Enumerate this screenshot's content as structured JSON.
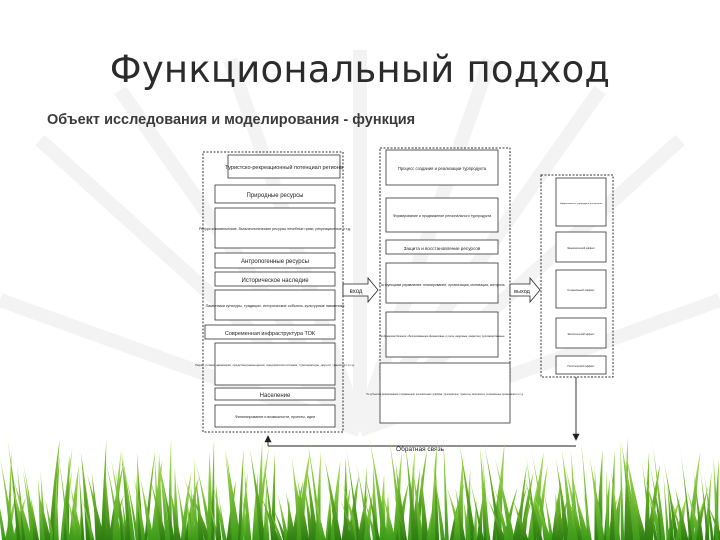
{
  "slide": {
    "title": "Функциональный подход",
    "subtitle": "Объект исследования и моделирования - функция"
  },
  "diagram": {
    "left_column": {
      "header": "Туристско-рекреационный потенциал региона",
      "items": [
        "Природные ресурсы",
        "Ресурс климатические, бальнеологические ресурсы лечебные грязи, рекреационные и т.д.",
        "Антропогенные ресурсы",
        "Историческое наследие",
        "Памятники культуры, традиции, исторические события, культурные памятники",
        "Современная инфраструктура ТОК",
        "Парки, пляжи, аквапарки, средства размещения, предприятия питания, туроператоры, дороги, транспорт и т.д.",
        "Население",
        "Финансирование и возможности, проекты, идеи"
      ]
    },
    "middle_column": {
      "header": "Процесс создания и реализации турпродукта",
      "items": [
        "Формирование и продвижение регионального турпродукта",
        "Защита и восстановление ресурсов",
        "По функциям управления: планирование, организация, мотивация, контроль",
        "По функциям бизнеса: обеспечивающие финансовые и учета, кадровые, маркетинг, производственные",
        "По субъектам формирования и продвижения: региональная турфирма, туроператоры, турагенты, контрагенты, региональные органы власти и т.д."
      ]
    },
    "right_column": {
      "items": [
        "Эффективность турпродукта для региона",
        "Экономический эффект",
        "Социальный эффект",
        "Экологический эффект",
        "Политический эффект"
      ]
    },
    "arrow_labels": {
      "input": "вход",
      "output": "выход"
    },
    "feedback_label": "Обратная связь"
  }
}
